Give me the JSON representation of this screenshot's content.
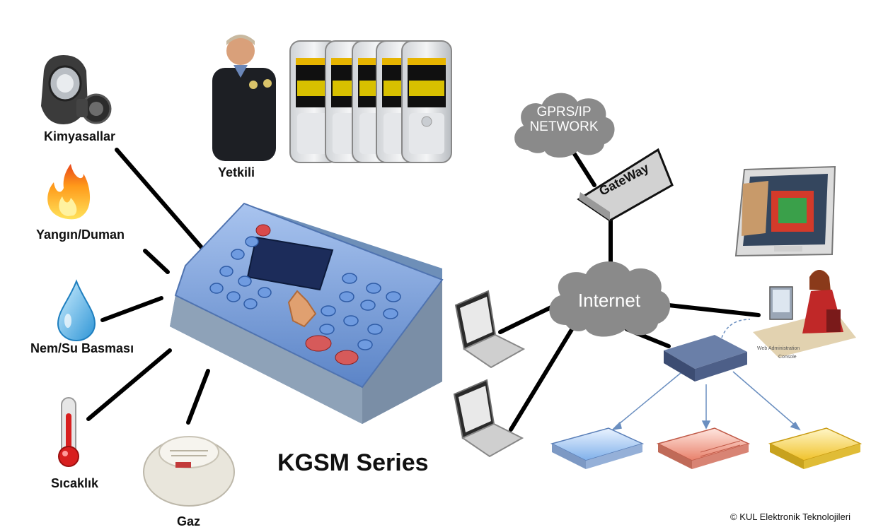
{
  "sensors": {
    "chemical": "Kimyasallar",
    "fire": "Yangın/Duman",
    "water": "Nem/Su Basması",
    "temperature": "Sıcaklık",
    "gas": "Gaz"
  },
  "authorized": "Yetkili",
  "gprs_cloud": {
    "line1": "GPRS/IP",
    "line2": "NETWORK"
  },
  "gateway": "GateWay",
  "internet": "Internet",
  "operator_caption": {
    "line1": "Web Administration",
    "line2": "Console"
  },
  "product": "KGSM Series",
  "copyright": "© KUL Elektronik Teknolojileri",
  "colors": {
    "cloud": "#8a8a8a",
    "device": "#5d8fd6",
    "line": "#000000"
  },
  "icons": [
    "gas-mask-icon",
    "fire-icon",
    "water-drop-icon",
    "thermometer-icon",
    "smoke-detector-icon",
    "security-guard-icon",
    "mobile-phone-icon",
    "laptop-icon",
    "server-icon",
    "monitor-icon",
    "operator-icon"
  ]
}
